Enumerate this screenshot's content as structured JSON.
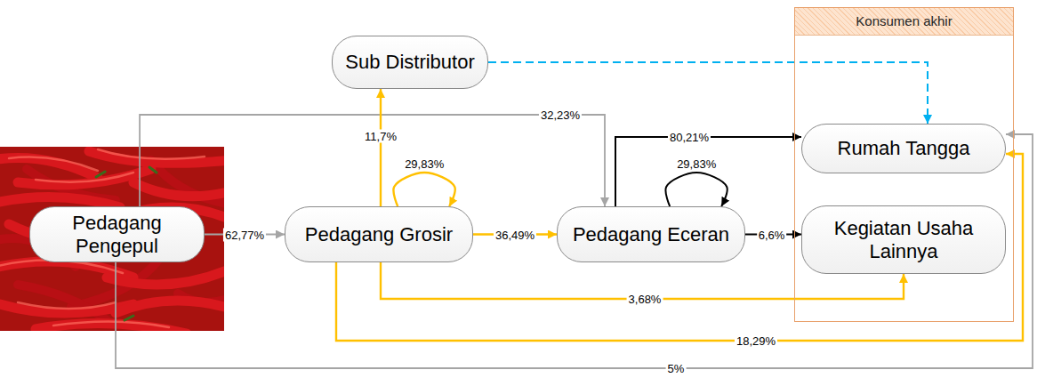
{
  "diagram": {
    "nodes": [
      {
        "text": [
          "Sub Distributor"
        ]
      },
      {
        "text": [
          "Konsumen akhir"
        ]
      },
      {
        "text": [
          "Rumah Tangga"
        ],
        "in": 1
      },
      {
        "text": [
          "Pedagang Pengepul"
        ]
      },
      {
        "text": [
          "Pedagang Grosir"
        ]
      },
      {
        "text": [
          "Pedagang Eceran"
        ]
      },
      {
        "text": [
          "Kegiatan Usaha Lainnya"
        ],
        "in": 1
      }
    ],
    "edges": [
      {
        "from": 3,
        "to": 4,
        "label": "62,77%",
        "arrow": "to"
      },
      {
        "from": 3,
        "to": 5,
        "label": "32,23%",
        "arrow": "to"
      },
      {
        "from": 3,
        "to": 2,
        "label": "5%",
        "arrow": "to"
      },
      {
        "from": 4,
        "to": 0,
        "label": "11,7%",
        "arrow": "to"
      },
      {
        "from": 4,
        "to": 4,
        "label": "29,83%",
        "arrow": "to"
      },
      {
        "from": 4,
        "to": 5,
        "label": "36,49%",
        "arrow": "to"
      },
      {
        "from": 4,
        "to": 6,
        "label": "3,68%",
        "arrow": "to"
      },
      {
        "from": 4,
        "to": 2,
        "label": "18,29%",
        "arrow": "to"
      },
      {
        "from": 0,
        "to": 2,
        "arrow": "to"
      },
      {
        "from": 5,
        "to": 2,
        "label": "80,21%",
        "arrow": "to"
      },
      {
        "from": 5,
        "to": 5,
        "label": "29,83%",
        "arrow": "to"
      },
      {
        "from": 5,
        "to": 6,
        "label": "6,6%",
        "arrow": "to"
      }
    ]
  }
}
